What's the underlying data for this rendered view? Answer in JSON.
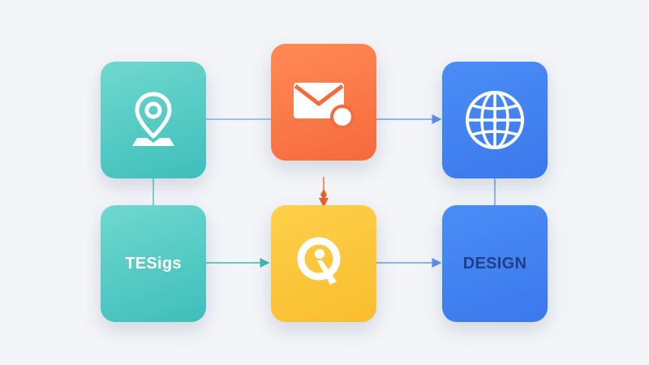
{
  "diagram": {
    "nodes": [
      {
        "id": "location",
        "icon": "location-pin-icon",
        "color": "#4fc8c2"
      },
      {
        "id": "mail",
        "icon": "envelope-icon",
        "color": "#f8774a"
      },
      {
        "id": "globe",
        "icon": "globe-icon",
        "color": "#4385f2"
      },
      {
        "id": "tesigs",
        "label": "TESigs",
        "color": "#4fc8c2"
      },
      {
        "id": "search",
        "icon": "search-icon",
        "color": "#fbc73c"
      },
      {
        "id": "design",
        "label": "DESIGN",
        "color": "#4385f2"
      }
    ],
    "edges": [
      {
        "from": "location",
        "to": "mail",
        "arrow": false
      },
      {
        "from": "mail",
        "to": "globe",
        "arrow": true
      },
      {
        "from": "mail",
        "to": "search",
        "arrow": true
      },
      {
        "from": "location",
        "to": "tesigs",
        "arrow": false
      },
      {
        "from": "tesigs",
        "to": "search",
        "arrow": true
      },
      {
        "from": "search",
        "to": "design",
        "arrow": true
      },
      {
        "from": "globe",
        "to": "design",
        "arrow": false
      }
    ],
    "edge_colors": {
      "teal": "#5cc6c1",
      "blue": "#6b9ef2",
      "orange": "#f0733e"
    }
  }
}
